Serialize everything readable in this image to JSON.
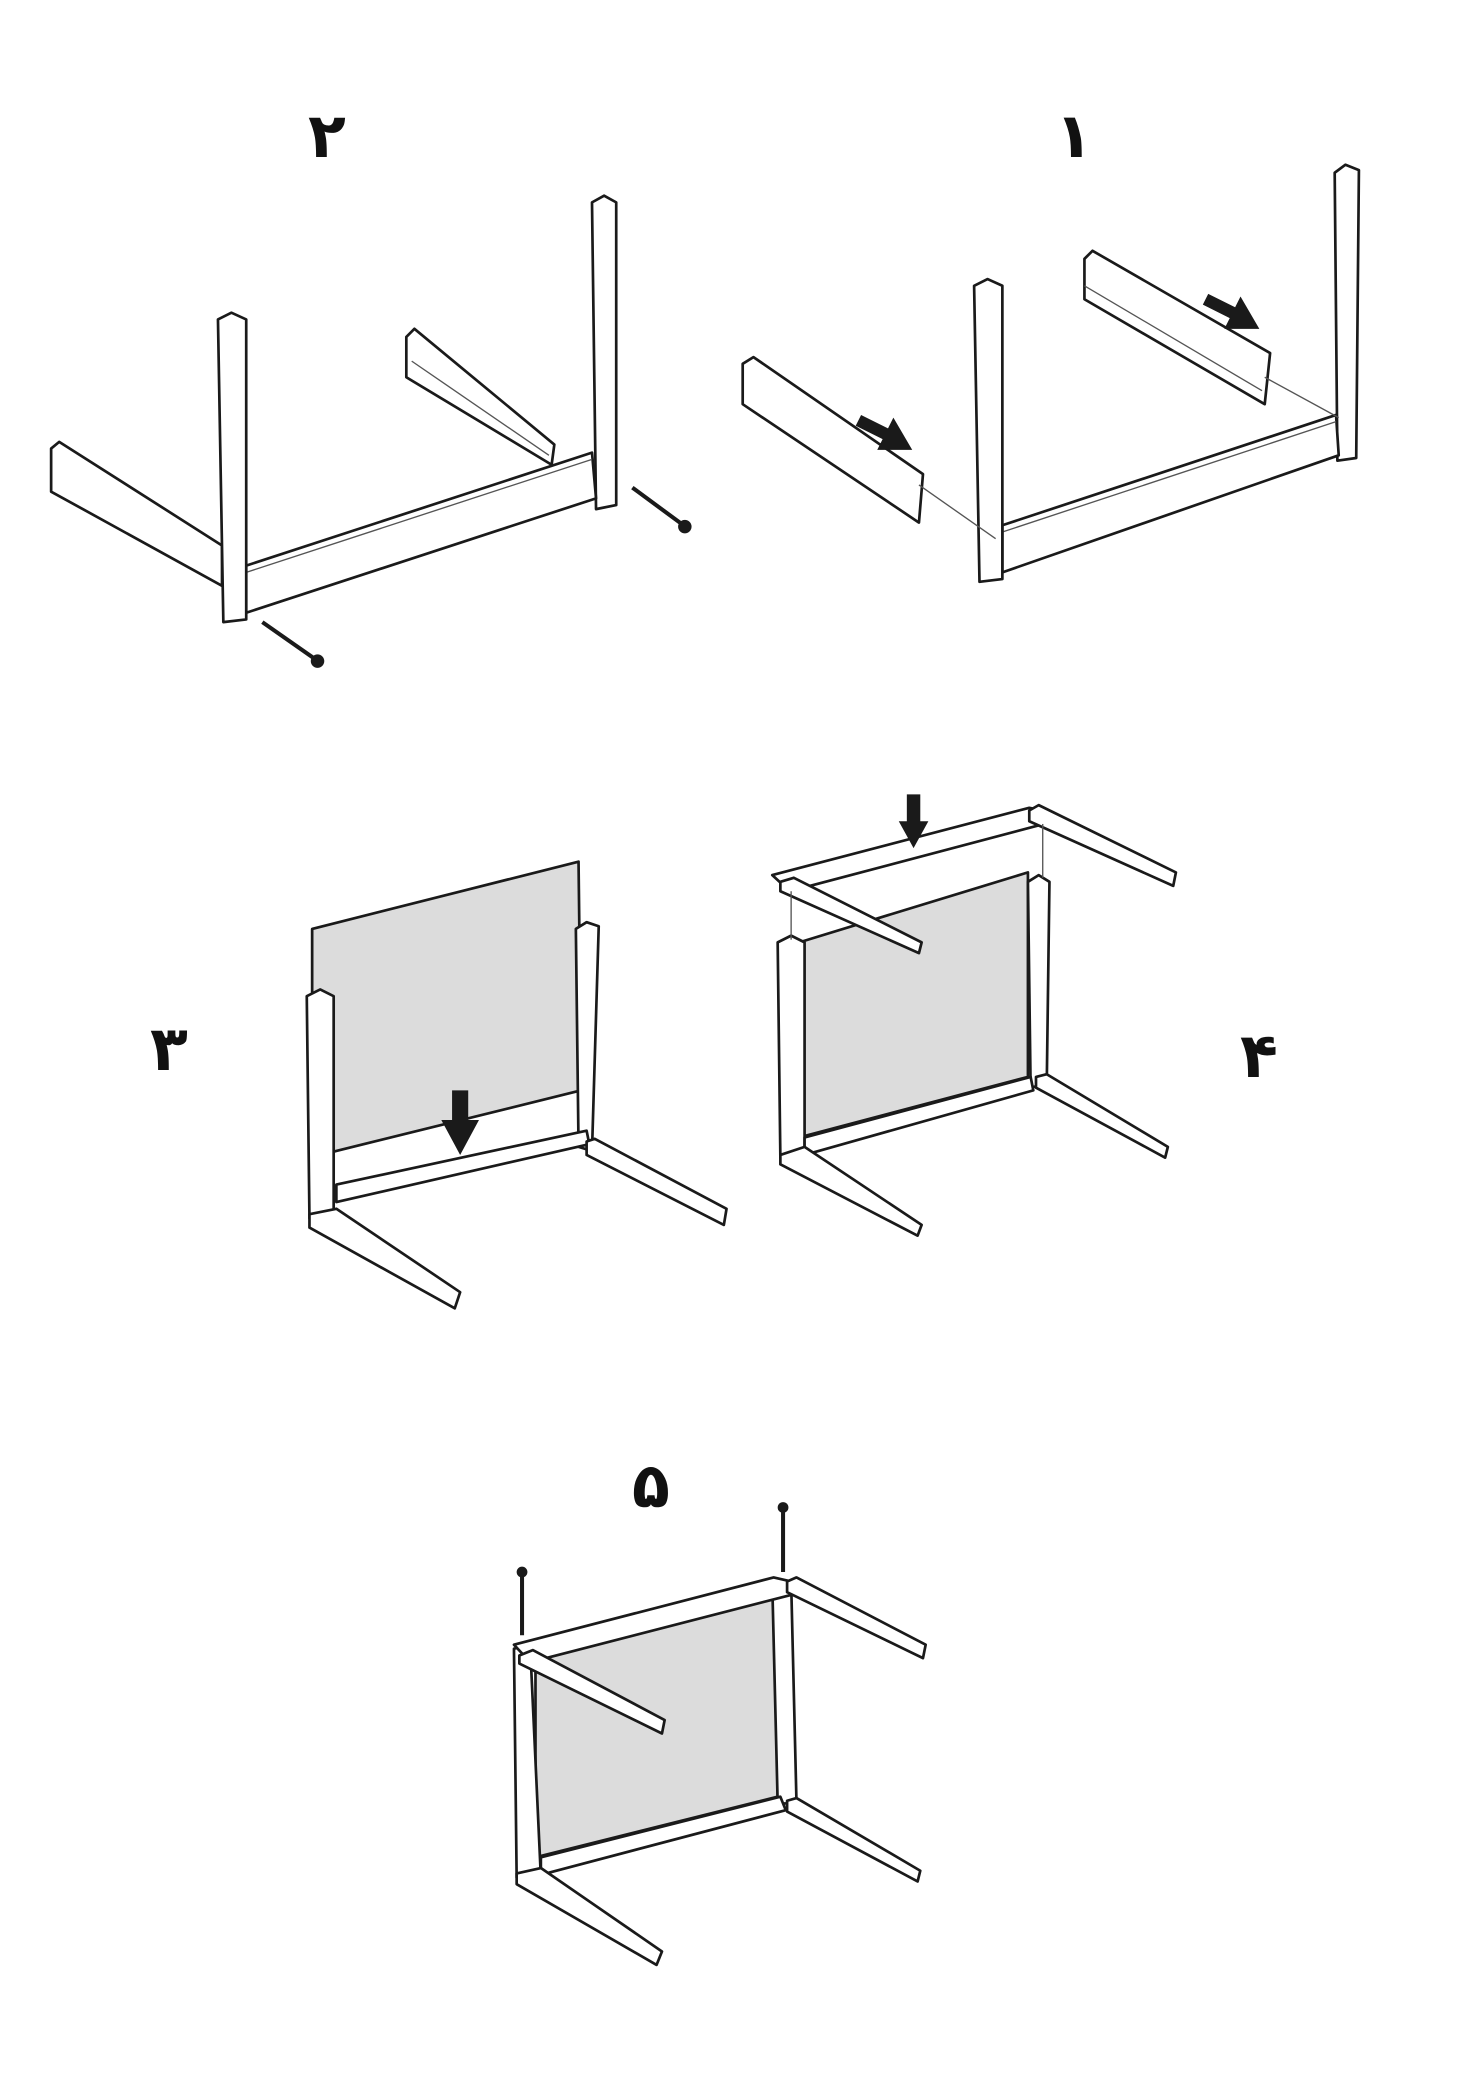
{
  "steps": [
    {
      "label": "۱"
    },
    {
      "label": "۲"
    },
    {
      "label": "۳"
    },
    {
      "label": "۴"
    },
    {
      "label": "۵"
    }
  ],
  "colors": {
    "line": "#1a1a1a",
    "panel": "#dcdcdc",
    "background": "#ffffff"
  }
}
